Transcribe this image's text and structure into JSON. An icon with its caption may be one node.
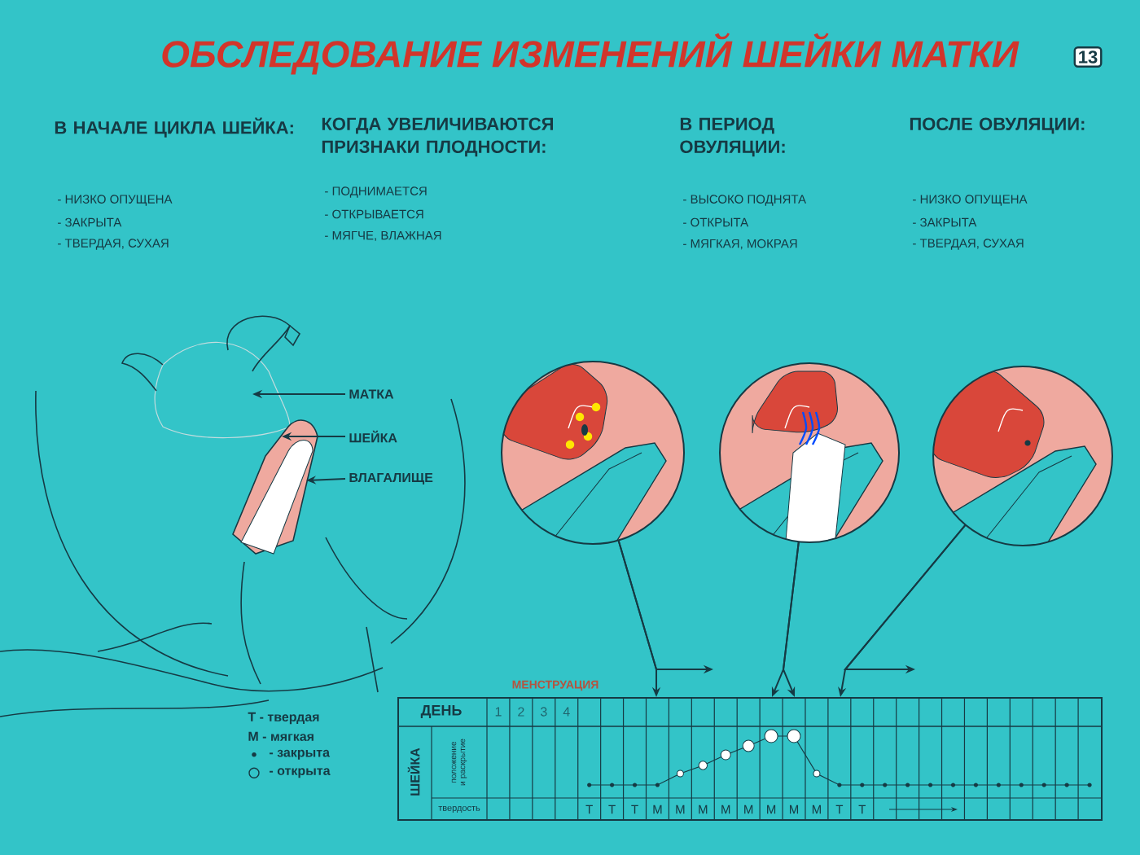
{
  "diagram": {
    "title": "ОБСЛЕДОВАНИЕ ИЗМЕНЕНИЙ ШЕЙКИ МАТКИ",
    "nodes": [
      {
        "text": [
          "МАТКА"
        ]
      },
      {
        "text": [
          "ШЕЙКА"
        ]
      },
      {
        "text": [
          "ВЛАГАЛИЩЕ"
        ]
      },
      {
        "text": [],
        "shape": "picture"
      },
      {
        "text": [],
        "shape": "picture"
      },
      {
        "text": [],
        "shape": "picture"
      },
      {
        "text": [
          "ДЕНЬ",
          "1",
          "2",
          "3",
          "4",
          "ШЕЙКА",
          "положение и раскрытие",
          "твердость",
          "Т",
          "Т",
          "Т",
          "М",
          "М",
          "М",
          "М",
          "М",
          "М",
          "М",
          "М",
          "Т",
          "Т"
        ]
      }
    ],
    "edges": [
      {
        "from": 0,
        "to": null,
        "arrow": "to"
      },
      {
        "from": 1,
        "to": null,
        "arrow": "to"
      },
      {
        "from": 2,
        "to": null,
        "arrow": "to"
      },
      {
        "from": 3,
        "to": 6,
        "arrow": "to"
      },
      {
        "from": 3,
        "to": null,
        "arrow": "to"
      },
      {
        "from": 4,
        "to": 6,
        "arrow": "to"
      },
      {
        "from": 4,
        "to": 6,
        "arrow": "to"
      },
      {
        "from": 5,
        "to": 6,
        "arrow": "to"
      },
      {
        "from": 5,
        "to": null,
        "arrow": "to"
      }
    ],
    "labels": [
      "13",
      "В НАЧАЛЕ ЦИКЛА ШЕЙКА:",
      "- НИЗКО ОПУЩЕНА",
      "- ЗАКРЫТА",
      "- ТВЕРДАЯ, СУХАЯ",
      "КОГДА УВЕЛИЧИВАЮТСЯ ПРИЗНАКИ ПЛОДНОСТИ:",
      "- ПОДНИМАЕТСЯ",
      "- ОТКРЫВАЕТСЯ",
      "- МЯГЧЕ, ВЛАЖНАЯ",
      "В ПЕРИОД ОВУЛЯЦИИ:",
      "- ВЫСОКО ПОДНЯТА",
      "- ОТКРЫТА",
      "- МЯГКАЯ, МОКРАЯ",
      "ПОСЛЕ ОВУЛЯЦИИ:",
      "- НИЗКО ОПУЩЕНА",
      "- ЗАКРЫТА",
      "- ТВЕРДАЯ, СУХАЯ",
      "МЕНСТРУАЦИЯ"
    ],
    "legend": [
      {
        "text": "Т - твердая"
      },
      {
        "text": "М - мягкая"
      },
      {
        "text": "- закрыта"
      },
      {
        "text": "- открыта"
      }
    ]
  }
}
